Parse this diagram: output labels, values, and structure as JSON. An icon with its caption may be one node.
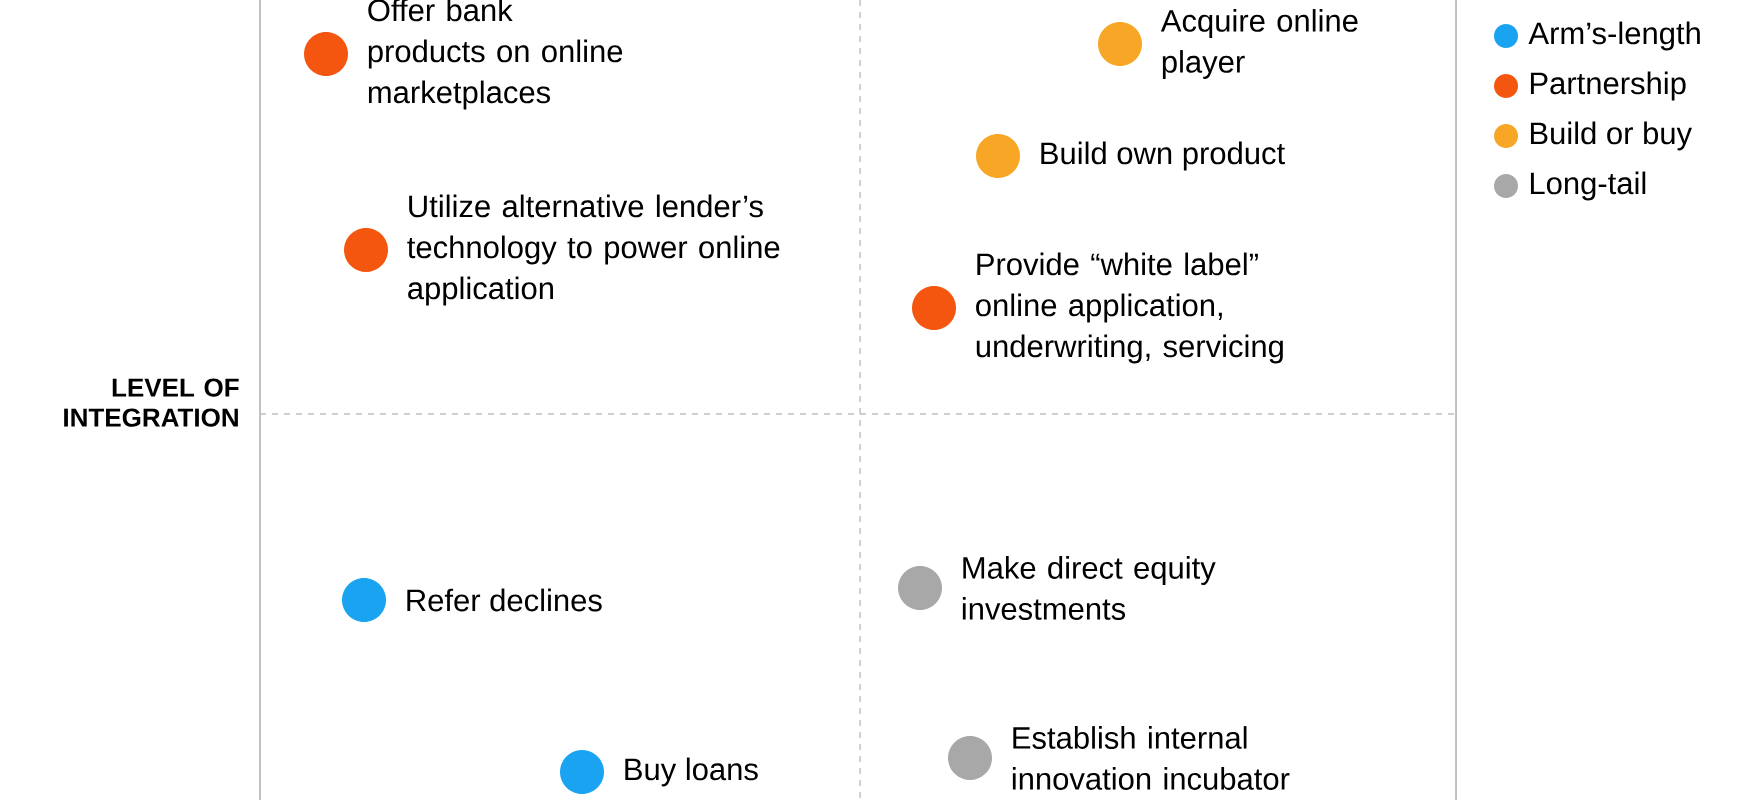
{
  "diagram": {
    "nodes": [
      {
        "text": [],
        "shape": "circle",
        "beside": [
          "Offer bank products on online marketplaces"
        ]
      },
      {
        "text": [],
        "shape": "circle",
        "beside": [
          "Utilize alternative lender’s technology to power online application"
        ]
      },
      {
        "text": [],
        "shape": "circle",
        "beside": [
          "Acquire online player"
        ]
      },
      {
        "text": [],
        "shape": "circle",
        "beside": [
          "Build own product"
        ]
      },
      {
        "text": [],
        "shape": "circle",
        "beside": [
          "Provide “white label” online application, underwriting, servicing"
        ]
      },
      {
        "text": [],
        "shape": "circle",
        "beside": [
          "Refer declines"
        ]
      },
      {
        "text": [],
        "shape": "circle",
        "beside": [
          "Make direct equity investments"
        ]
      },
      {
        "text": [],
        "shape": "circle",
        "beside": [
          "Buy loans"
        ]
      },
      {
        "text": [],
        "shape": "circle",
        "beside": [
          "Establish internal innovation incubator"
        ]
      }
    ],
    "labels": [
      "LEVEL OF INTEGRATION"
    ],
    "legend": [
      {
        "text": "Arm’s-length",
        "color": "#1aa3f0"
      },
      {
        "text": "Partnership",
        "color": "#f5560f"
      },
      {
        "text": "Build or buy",
        "color": "#f7a626"
      },
      {
        "text": "Long-tail",
        "color": "#a8a8a8"
      }
    ]
  }
}
